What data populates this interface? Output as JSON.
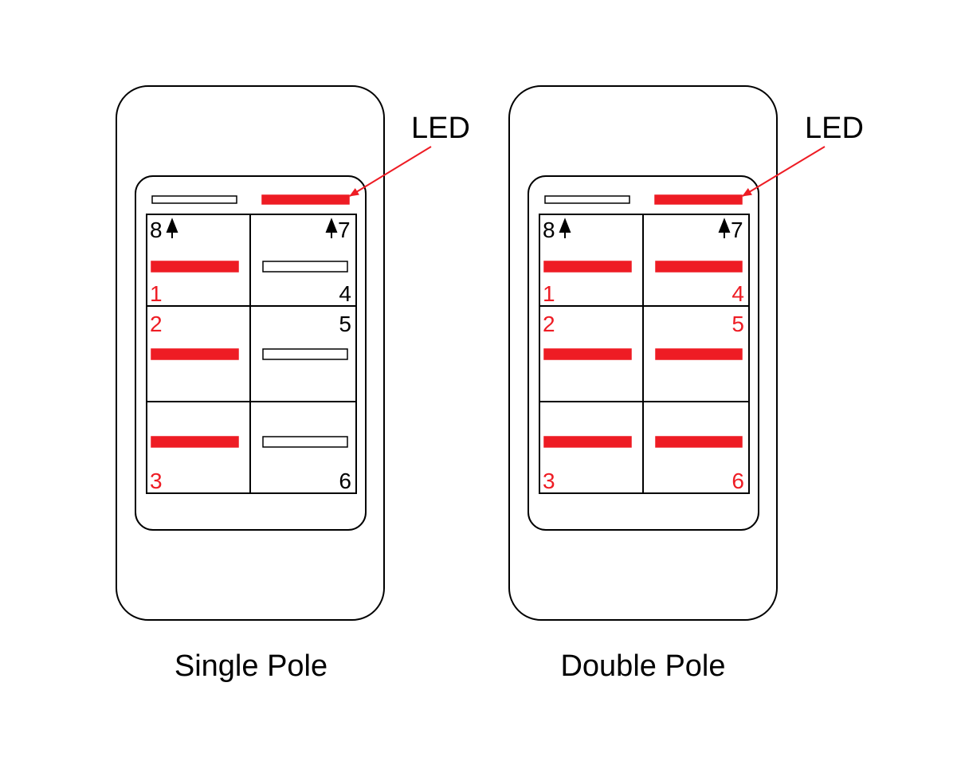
{
  "colors": {
    "red": "#ee1c24",
    "line": "#000000",
    "background": "#ffffff"
  },
  "diagrams": [
    {
      "caption": "Single Pole",
      "led_label": "LED",
      "led_lit": true,
      "pin_labels": {
        "p8": "8",
        "p7": "7",
        "p1": "1",
        "p2": "2",
        "p3": "3",
        "p4": "4",
        "p5": "5",
        "p6": "6"
      },
      "lit_pins": {
        "p1": true,
        "p2": true,
        "p3": true,
        "p4": false,
        "p5": false,
        "p6": false
      }
    },
    {
      "caption": "Double Pole",
      "led_label": "LED",
      "led_lit": true,
      "pin_labels": {
        "p8": "8",
        "p7": "7",
        "p1": "1",
        "p2": "2",
        "p3": "3",
        "p4": "4",
        "p5": "5",
        "p6": "6"
      },
      "lit_pins": {
        "p1": true,
        "p2": true,
        "p3": true,
        "p4": true,
        "p5": true,
        "p6": true
      }
    }
  ]
}
